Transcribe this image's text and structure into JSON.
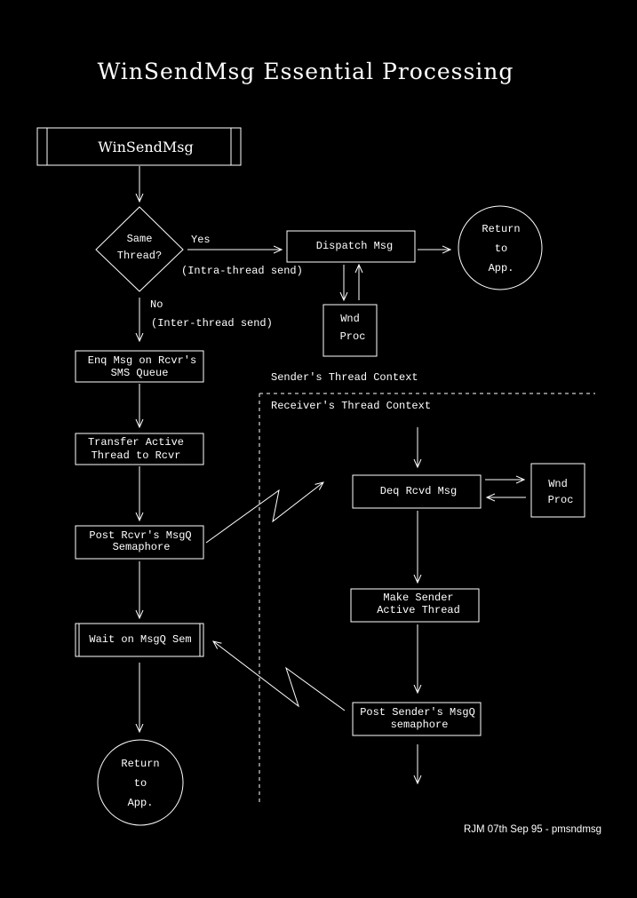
{
  "title": "WinSendMsg Essential Processing",
  "start_box": "WinSendMsg",
  "decision": {
    "line1": "Same",
    "line2": "Thread?"
  },
  "yes_label": "Yes",
  "yes_note": "(Intra-thread send)",
  "no_label": "No",
  "no_note": "(Inter-thread send)",
  "dispatch_box": "Dispatch Msg",
  "return_top": {
    "line1": "Return",
    "line2": "to",
    "line3": "App."
  },
  "wnd_proc_top": {
    "line1": "Wnd",
    "line2": "Proc"
  },
  "enq_box": {
    "line1": "Enq Msg on Rcvr's",
    "line2": "SMS Queue"
  },
  "transfer_box": {
    "line1": "Transfer Active",
    "line2": "Thread to Rcvr"
  },
  "post_box": {
    "line1": "Post Rcvr's MsgQ",
    "line2": "Semaphore"
  },
  "wait_box": "Wait on MsgQ Sem",
  "return_bottom": {
    "line1": "Return",
    "line2": "to",
    "line3": "App."
  },
  "sender_context": "Sender's Thread Context",
  "receiver_context": "Receiver's Thread Context",
  "deq_box": "Deq Rcvd Msg",
  "wnd_proc_right": {
    "line1": "Wnd",
    "line2": "Proc"
  },
  "make_sender_box": {
    "line1": "Make Sender",
    "line2": "Active Thread"
  },
  "post_sender_box": {
    "line1": "Post Sender's MsgQ",
    "line2": "semaphore"
  },
  "footer": "RJM 07th Sep 95 - pmsndmsg"
}
